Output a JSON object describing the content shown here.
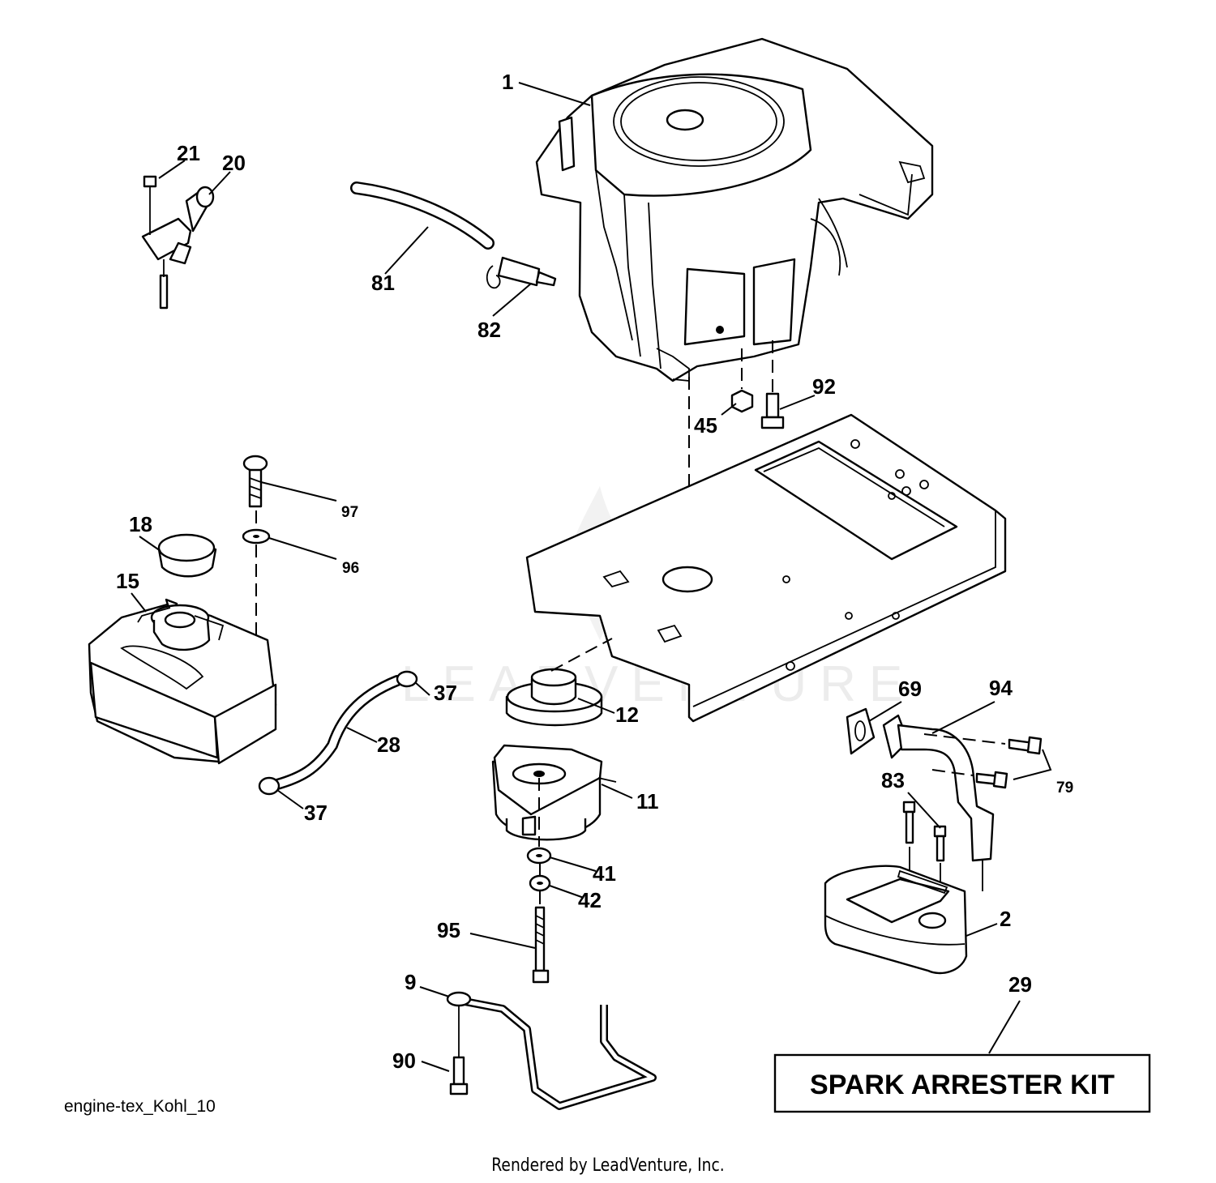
{
  "diagram": {
    "code": "engine-tex_Kohl_10",
    "kit_label": "SPARK ARRESTER KIT",
    "footer": "Rendered by LeadVenture, Inc.",
    "watermark": "LEADVENTURE",
    "callouts": [
      "1",
      "2",
      "9",
      "11",
      "12",
      "15",
      "18",
      "20",
      "21",
      "28",
      "29",
      "37",
      "37",
      "41",
      "42",
      "45",
      "69",
      "79",
      "81",
      "82",
      "83",
      "90",
      "92",
      "94",
      "95",
      "96",
      "97"
    ]
  }
}
